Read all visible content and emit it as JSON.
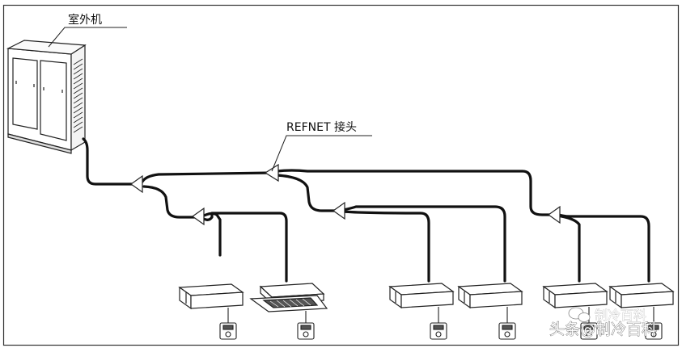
{
  "labels": {
    "outdoor_unit": "室外机",
    "refnet_joint": "REFNET 接头"
  },
  "watermark": {
    "brand": "头条@制冷百科",
    "faint": "制冷百科"
  },
  "icons": {
    "outdoor_unit": "outdoor-unit-icon",
    "indoor_duct_unit": "duct-indoor-unit-icon",
    "indoor_cassette_unit": "cassette-indoor-unit-icon",
    "remote_controller": "remote-controller-icon",
    "refnet_joint": "refnet-joint-icon"
  },
  "colors": {
    "pipe": "#111111",
    "unit_fill": "#ffffff",
    "outline": "#222222"
  }
}
